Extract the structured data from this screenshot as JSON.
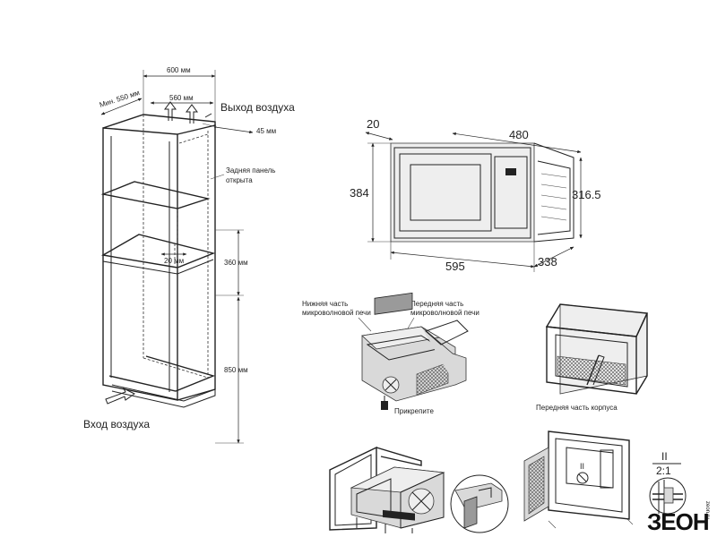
{
  "cabinet": {
    "dim_min_depth": "Мин. 550 мм",
    "dim_width_600": "600 мм",
    "dim_width_560": "560 мм",
    "dim_gap_45": "45 мм",
    "air_out": "Выход воздуха",
    "rear_panel_open_line1": "Задняя панель",
    "rear_panel_open_line2": "открыта",
    "dim_20": "20 мм",
    "dim_360": "360 мм",
    "dim_850": "850 мм",
    "air_in": "Вход воздуха"
  },
  "microwave": {
    "dim_20": "20",
    "dim_480": "480",
    "dim_384": "384",
    "dim_316_5": "316.5",
    "dim_595": "595",
    "dim_338": "338"
  },
  "assembly": {
    "bottom_part_line1": "Нижняя часть",
    "bottom_part_line2": "микроволновой печи",
    "front_part_line1": "Передняя часть",
    "front_part_line2": "микроволновой печи",
    "attach": "Прикрепите",
    "front_body": "Передняя часть корпуса",
    "roman_top": "II",
    "ratio": "2:1",
    "roman_door": "II"
  },
  "logo": {
    "brand": "ЗЕОН",
    "side_text": "zeon.ru"
  }
}
